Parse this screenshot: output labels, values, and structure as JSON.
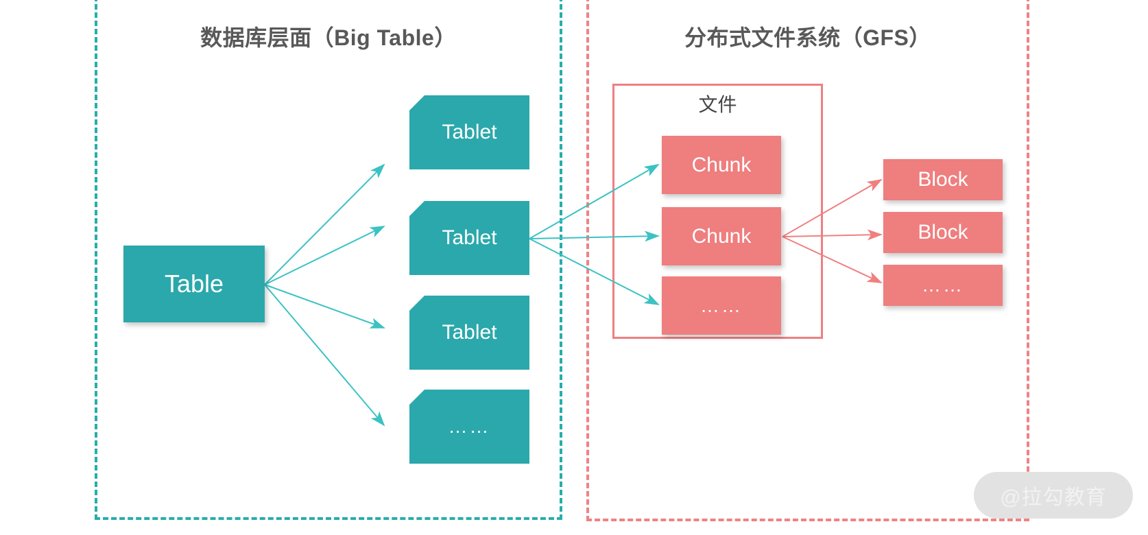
{
  "regions": [
    {
      "id": "bigtable",
      "title": "数据库层面（Big Table）",
      "color": "#27ADAE"
    },
    {
      "id": "gfs",
      "title": "分布式文件系统（GFS）",
      "color": "#EF8285"
    }
  ],
  "bigtable": {
    "root": {
      "label": "Table"
    },
    "tablets": [
      {
        "label": "Tablet"
      },
      {
        "label": "Tablet"
      },
      {
        "label": "Tablet"
      },
      {
        "label": "……"
      }
    ]
  },
  "gfs": {
    "file_label": "文件",
    "chunks": [
      {
        "label": "Chunk"
      },
      {
        "label": "Chunk"
      },
      {
        "label": "……"
      }
    ],
    "blocks": [
      {
        "label": "Block"
      },
      {
        "label": "Block"
      },
      {
        "label": "……"
      }
    ]
  },
  "watermark": {
    "text": "@拉勾教育"
  },
  "colors": {
    "teal_fill": "#2BA8AB",
    "teal_dash": "#27ADAE",
    "pink_fill": "#EF7E7E",
    "pink_dash": "#EF8285",
    "file_border": "#EE7F82",
    "title_text": "#585858",
    "watermark_bg": "#E2E2E2"
  }
}
